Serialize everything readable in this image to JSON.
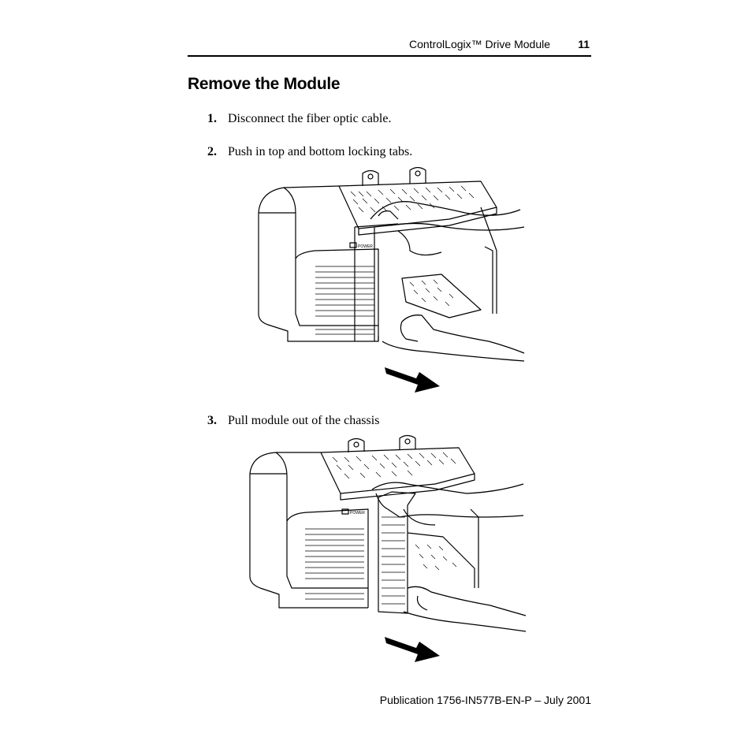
{
  "header": {
    "title": "ControlLogix™ Drive Module",
    "page_number": "11"
  },
  "section": {
    "title": "Remove the Module"
  },
  "steps": [
    {
      "number": "1.",
      "text": "Disconnect the fiber optic cable."
    },
    {
      "number": "2.",
      "text": "Push in top and bottom locking tabs."
    },
    {
      "number": "3.",
      "text": "Pull module out of the chassis"
    }
  ],
  "figures": {
    "fig1": {
      "label": "POWER"
    },
    "fig2": {
      "label": "POWER"
    }
  },
  "footer": {
    "publication": "Publication 1756-IN577B-EN-P – July 2001"
  }
}
